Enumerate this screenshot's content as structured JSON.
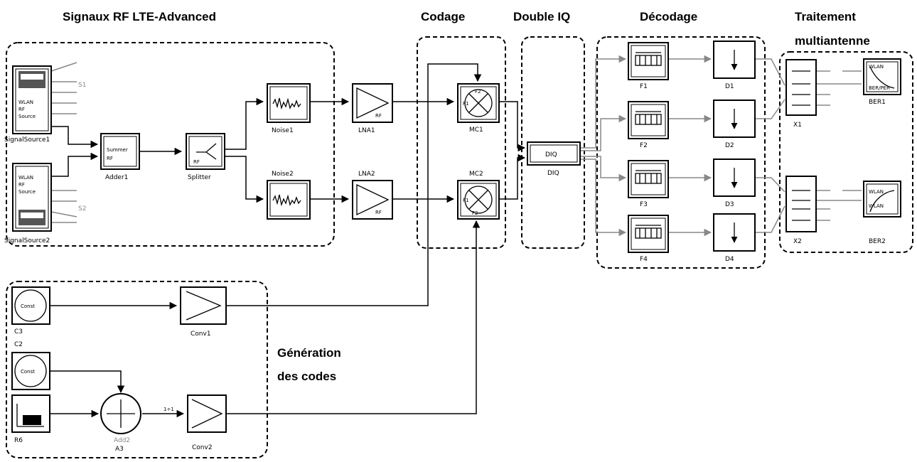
{
  "titles": {
    "rf_signals": "Signaux RF LTE-Advanced",
    "coding": "Codage",
    "double_iq": "Double IQ",
    "decoding": "Décodage",
    "mimo_line1": "Traitement",
    "mimo_line2": "multiantenne",
    "codes_line1": "Génération",
    "codes_line2": "des codes"
  },
  "blocks": {
    "signal_source_1": {
      "label": "SignalSource1",
      "text1": "WLAN",
      "text2": "RF",
      "text3": "Source",
      "port": "S1"
    },
    "signal_source_2": {
      "label": "SignalSource2",
      "text1": "WLAN",
      "text2": "RF",
      "text3": "Source",
      "port": "S2"
    },
    "adder1": {
      "label": "Adder1",
      "text1": "Summer",
      "text2": "RF"
    },
    "splitter": {
      "label": "Splitter",
      "text1": "RF"
    },
    "noise1": {
      "label": "Noise1"
    },
    "noise2": {
      "label": "Noise2"
    },
    "lna1": {
      "label": "LNA1",
      "text1": "RF"
    },
    "lna2": {
      "label": "LNA2",
      "text1": "RF"
    },
    "mc1": {
      "label": "MC1",
      "port_a": "F1",
      "port_b": "F2"
    },
    "mc2": {
      "label": "MC2",
      "port_a": "F1",
      "port_b": "F2"
    },
    "diq": {
      "label": "DIQ",
      "text1": "DIQ"
    },
    "f1": {
      "label": "F1"
    },
    "f2": {
      "label": "F2"
    },
    "f3": {
      "label": "F3"
    },
    "f4": {
      "label": "F4"
    },
    "d1": {
      "label": "D1"
    },
    "d2": {
      "label": "D2"
    },
    "d3": {
      "label": "D3"
    },
    "d4": {
      "label": "D4"
    },
    "x1": {
      "label": "X1"
    },
    "x2": {
      "label": "X2"
    },
    "ber1": {
      "label": "BER1",
      "text1": "WLAN",
      "text2": "BER/PER"
    },
    "ber2": {
      "label": "BER2",
      "text1": "WLAN",
      "text2": "WLAN"
    },
    "c3": {
      "label": "C3",
      "text1": "Const"
    },
    "c2": {
      "label": "C2",
      "text1": "Const"
    },
    "r6": {
      "label": "R6"
    },
    "add2": {
      "label": "Add2",
      "label2": "A3"
    },
    "conv1": {
      "label": "Conv1"
    },
    "conv2": {
      "label": "Conv2",
      "wire_label": "1÷1"
    }
  }
}
